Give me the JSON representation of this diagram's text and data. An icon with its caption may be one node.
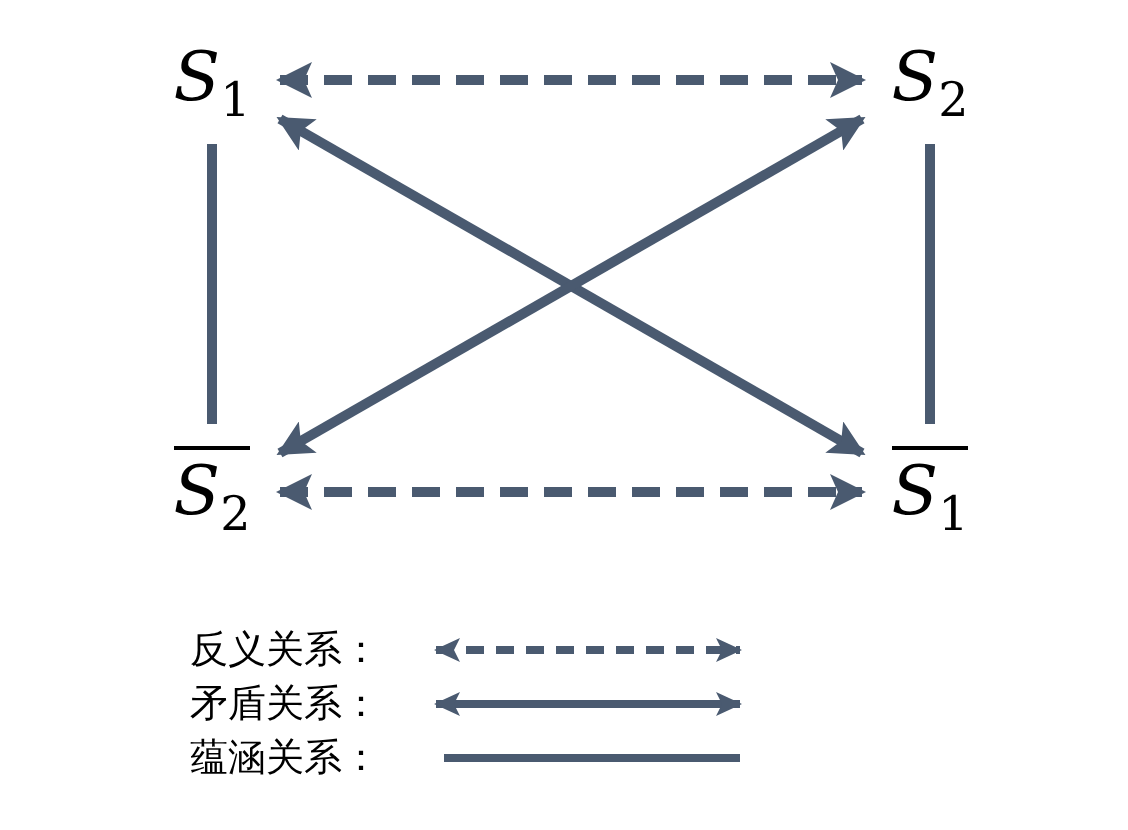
{
  "diagram": {
    "nodes": [
      {
        "text": [
          "S$_{1}$"
        ]
      },
      {
        "text": [
          "S$_{2}$"
        ]
      },
      {
        "text": [
          "S$_{2}$"
        ]
      },
      {
        "text": [
          "S$_{1}$"
        ]
      }
    ],
    "edges": [
      {
        "from": 0,
        "to": 1,
        "arrow": "both",
        "style": "dashed"
      },
      {
        "from": 0,
        "to": 3,
        "arrow": "both"
      },
      {
        "from": 1,
        "to": 2,
        "arrow": "both"
      },
      {
        "from": 2,
        "to": 3,
        "arrow": "both",
        "style": "dashed"
      },
      {
        "from": 0,
        "to": 2,
        "arrow": "none"
      },
      {
        "from": 1,
        "to": 3,
        "arrow": "none"
      }
    ],
    "legend": [
      {
        "text": "反义关系："
      },
      {
        "text": "矛盾关系："
      },
      {
        "text": "蕴涵关系："
      }
    ]
  }
}
